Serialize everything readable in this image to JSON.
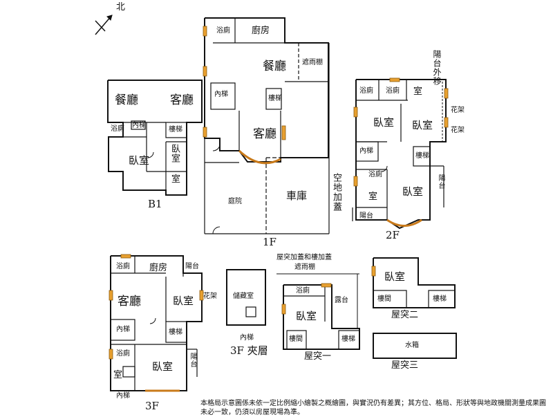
{
  "compass": {
    "north": "北"
  },
  "captions": {
    "b1": "B1",
    "f1": "1F",
    "f2": "2F",
    "f3": "3F",
    "f3_mezz": "3F 夾層",
    "roof1": "屋突一",
    "roof2": "屋突二",
    "roof3": "屋突三"
  },
  "b1": {
    "dining": "餐廳",
    "living": "客廳",
    "bath": "浴廁",
    "inner_stair": "內梯",
    "stair": "樓梯",
    "bedroom_main": "臥室",
    "bedroom_right": "臥室",
    "room": "室"
  },
  "f1": {
    "bath": "浴廁",
    "kitchen": "廚房",
    "dining": "餐廳",
    "rain_shelter": "遮雨棚",
    "inner_stair": "內梯",
    "stair": "樓梯",
    "living": "客廳",
    "yard": "庭院",
    "garage": "車庫",
    "open_space_addition": "空地加蓋"
  },
  "f2": {
    "balcony_moved": "陽台外移",
    "bath1": "浴廁",
    "bath2": "浴廁",
    "room": "室",
    "bedroom1": "臥室",
    "bedroom2": "臥室",
    "flower_rack1": "花架",
    "flower_rack2": "花架",
    "inner_stair": "內梯",
    "stair": "樓梯",
    "bath3": "浴廁",
    "room2": "室",
    "bedroom3": "臥室",
    "balcony_right": "陽台",
    "balcony_bottom": "陽台"
  },
  "f3": {
    "bath": "浴廁",
    "kitchen": "廚房",
    "balcony1": "陽台",
    "living": "客廳",
    "bedroom": "臥室",
    "flower_rack": "花架",
    "inner_stair": "內梯",
    "stair": "樓梯",
    "bath2": "浴廁",
    "room": "室",
    "bedroom2": "臥室",
    "balcony2": "陽台",
    "inner_stair2": "內梯"
  },
  "mezz": {
    "storage": "儲藏室",
    "inner_stair": "內梯"
  },
  "roof1": {
    "header": "屋突加蓋和樓加蓋",
    "rain_shelter": "遮雨棚",
    "bath": "浴廁",
    "laundry": "露台",
    "bedroom": "臥室",
    "stairwell": "樓間",
    "stair": "樓梯"
  },
  "roof2": {
    "bedroom": "臥室",
    "stairwell": "樓間",
    "stair": "樓梯"
  },
  "roof3": {
    "water_tank": "水箱"
  },
  "disclaimer": "本格局示意圖係未依一定比例縮小繪製之概繪圖，與實況仍有差異；其方位、格局、形狀等與地政機關測量成果圖未必一致，仍須以房屋現場為準。"
}
